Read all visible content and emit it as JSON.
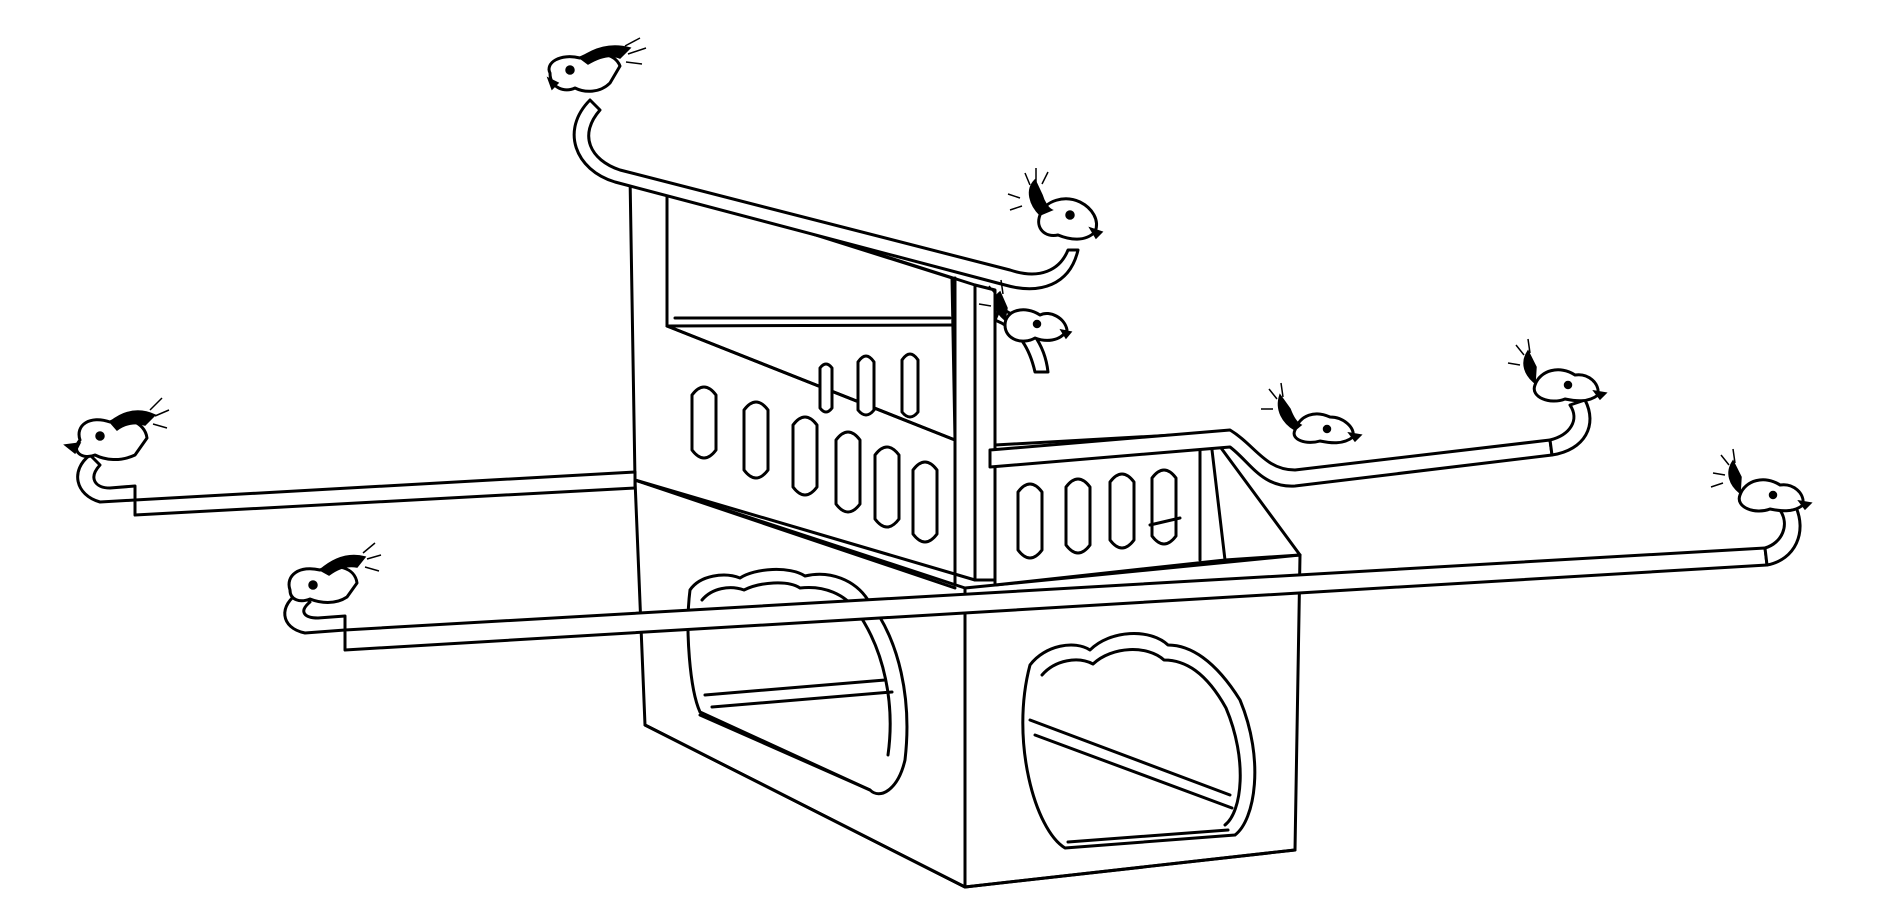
{
  "figure": {
    "subject": "",
    "colors": {
      "ink": "#000000",
      "paper": "#ffffff"
    },
    "parts": [
      "sedan-body",
      "seat-back",
      "side-rail",
      "carrying-pole",
      "dragon-head-finial"
    ],
    "dragon_head_count": 8,
    "carrying_pole_count": 2
  }
}
